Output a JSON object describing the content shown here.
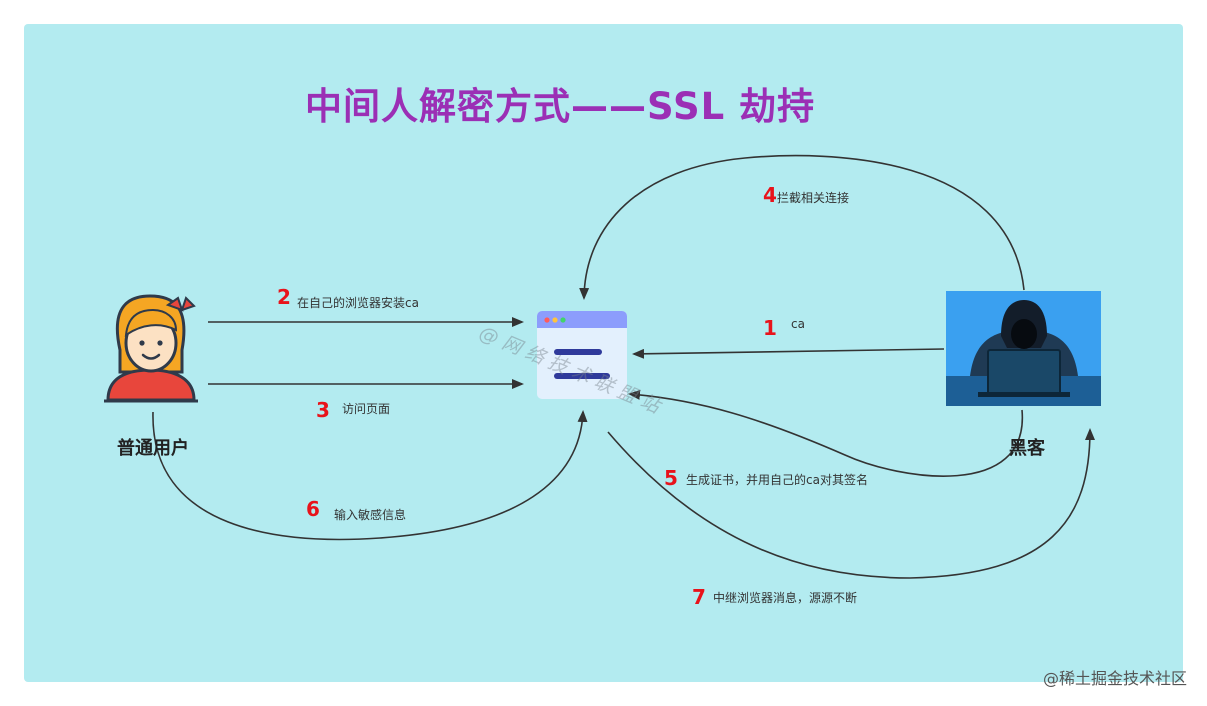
{
  "title": "中间人解密方式——SSL 劫持",
  "actors": {
    "user": "普通用户",
    "hacker": "黑客"
  },
  "steps": [
    {
      "num": "1",
      "text": "ca"
    },
    {
      "num": "2",
      "text": "在自己的浏览器安装ca"
    },
    {
      "num": "3",
      "text": "访问页面"
    },
    {
      "num": "4",
      "text": "拦截相关连接"
    },
    {
      "num": "5",
      "text": "生成证书，并用自己的ca对其签名"
    },
    {
      "num": "6",
      "text": "输入敏感信息"
    },
    {
      "num": "7",
      "text": "中继浏览器消息，源源不断"
    }
  ],
  "watermark": "@网络技术联盟站",
  "footer": "@稀土掘金技术社区",
  "colors": {
    "background": "#b3ebf0",
    "title": "#9b2fb5",
    "step_number": "#e8131b"
  }
}
